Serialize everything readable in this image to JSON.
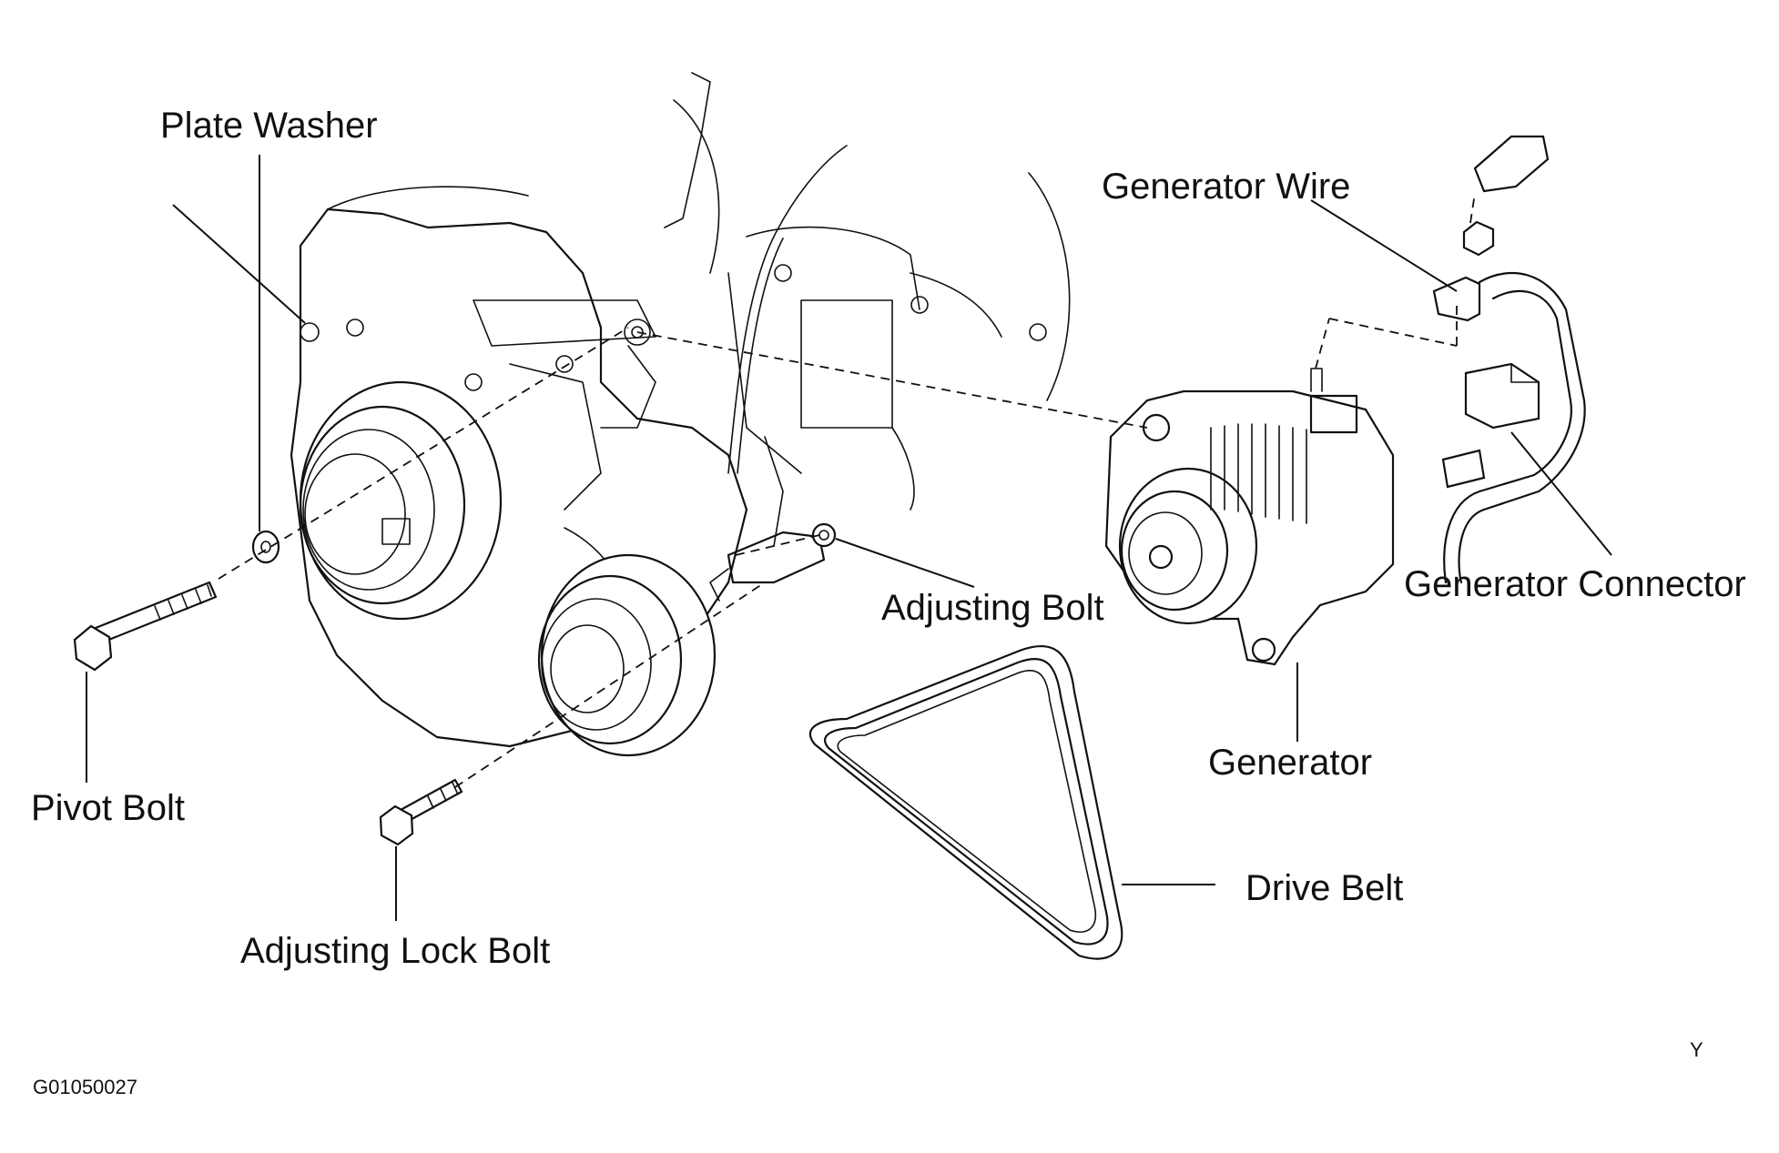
{
  "labels": {
    "plate_washer": "Plate Washer",
    "generator_wire": "Generator Wire",
    "generator_connector": "Generator Connector",
    "adjusting_bolt": "Adjusting Bolt",
    "generator": "Generator",
    "pivot_bolt": "Pivot Bolt",
    "drive_belt": "Drive Belt",
    "adjusting_lock_bolt": "Adjusting Lock Bolt"
  },
  "figure_id": "G01050027",
  "corner_mark": "Y"
}
